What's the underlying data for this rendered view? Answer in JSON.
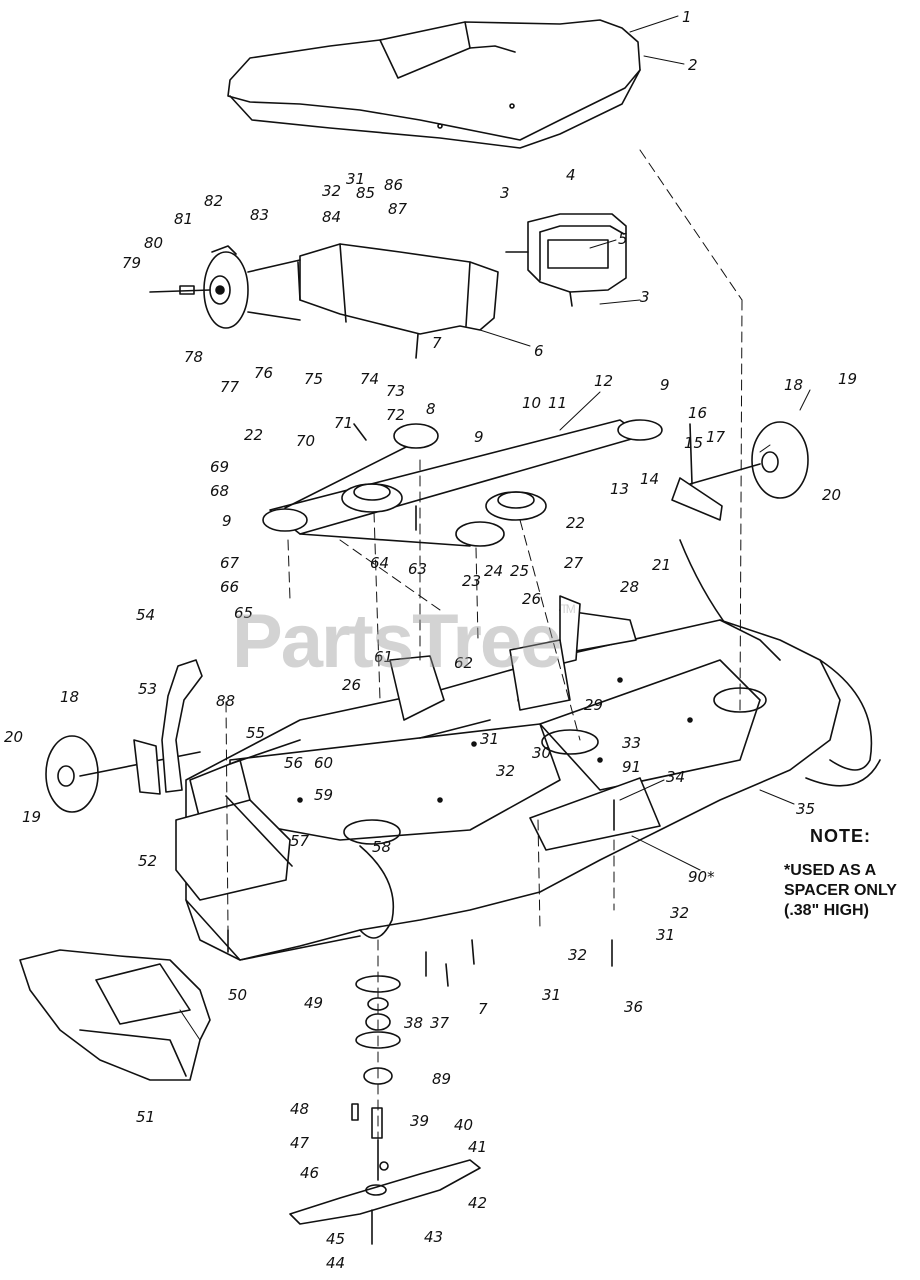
{
  "watermark": {
    "text": "PartsTree",
    "tm": "TM"
  },
  "note": {
    "heading": "NOTE:",
    "lines": [
      "*USED AS A",
      "SPACER ONLY",
      "(.38\" HIGH)"
    ]
  },
  "callouts": [
    "1",
    "2",
    "3",
    "4",
    "5",
    "3",
    "6",
    "7",
    "31",
    "32",
    "85",
    "84",
    "86",
    "87",
    "82",
    "81",
    "80",
    "79",
    "83",
    "78",
    "77",
    "76",
    "75",
    "74",
    "73",
    "12",
    "9",
    "10",
    "11",
    "71",
    "72",
    "8",
    "70",
    "22",
    "69",
    "68",
    "9",
    "64",
    "63",
    "9",
    "22",
    "18",
    "19",
    "16",
    "17",
    "15",
    "14",
    "13",
    "20",
    "21",
    "67",
    "66",
    "65",
    "23",
    "24",
    "25",
    "27",
    "28",
    "26",
    "54",
    "61",
    "62",
    "26",
    "53",
    "88",
    "55",
    "18",
    "60",
    "31",
    "32",
    "30",
    "29",
    "33",
    "91",
    "34",
    "35",
    "20",
    "59",
    "56",
    "58",
    "19",
    "57",
    "52",
    "90*",
    "32",
    "31",
    "50",
    "32",
    "31",
    "36",
    "37",
    "7",
    "49",
    "38",
    "89",
    "51",
    "48",
    "39",
    "47",
    "40",
    "41",
    "46",
    "42",
    "45",
    "43",
    "44"
  ]
}
